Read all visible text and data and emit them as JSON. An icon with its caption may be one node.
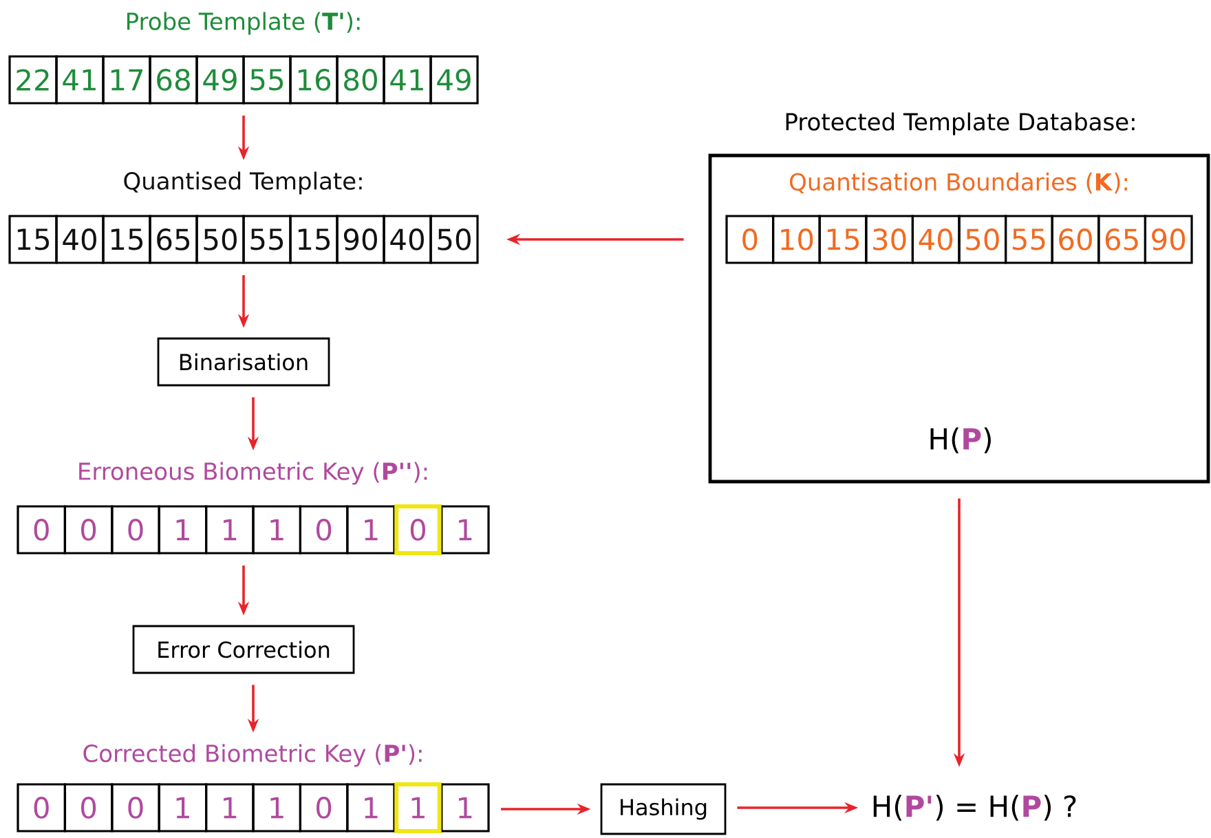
{
  "diagram": {
    "nodes": [
      {
        "text": [
          "Probe Template (**T'**):",
          "22",
          "41",
          "17",
          "68",
          "49",
          "55",
          "16",
          "80",
          "41",
          "49"
        ]
      },
      {
        "text": [
          "Quantised Template:",
          "15",
          "40",
          "15",
          "65",
          "50",
          "55",
          "15",
          "90",
          "40",
          "50"
        ]
      },
      {
        "text": [
          "Binarisation"
        ]
      },
      {
        "text": [
          "Erroneous Biometric Key (**P''**):",
          "0",
          "0",
          "0",
          "1",
          "1",
          "1",
          "0",
          "1",
          "0",
          "1"
        ]
      },
      {
        "text": [
          "Error Correction"
        ]
      },
      {
        "text": [
          "Corrected Biometric Key (**P'**):",
          "0",
          "0",
          "0",
          "1",
          "1",
          "1",
          "0",
          "1",
          "1",
          "1"
        ]
      },
      {
        "text": [
          "Hashing"
        ]
      },
      {
        "text": [
          "H(**P'**) = H(**P**) ?"
        ]
      },
      {
        "text": [
          "Protected Template Database:",
          "H(**P**)"
        ]
      },
      {
        "text": [
          "Quantisation Boundaries (**K**):",
          "0",
          "10",
          "15",
          "30",
          "40",
          "50",
          "55",
          "60",
          "65",
          "90"
        ],
        "in": 8
      }
    ],
    "edges": [
      {
        "from": 0,
        "to": 1,
        "arrow": "to"
      },
      {
        "from": 1,
        "to": 2,
        "arrow": "to"
      },
      {
        "from": 2,
        "to": 3,
        "arrow": "to"
      },
      {
        "from": 3,
        "to": 4,
        "arrow": "to"
      },
      {
        "from": 4,
        "to": 5,
        "arrow": "to"
      },
      {
        "from": 8,
        "to": 1,
        "arrow": "to"
      },
      {
        "from": 5,
        "to": 6,
        "arrow": "to"
      },
      {
        "from": 6,
        "to": 7,
        "arrow": "to"
      },
      {
        "from": 8,
        "to": 7,
        "arrow": "to"
      }
    ]
  }
}
